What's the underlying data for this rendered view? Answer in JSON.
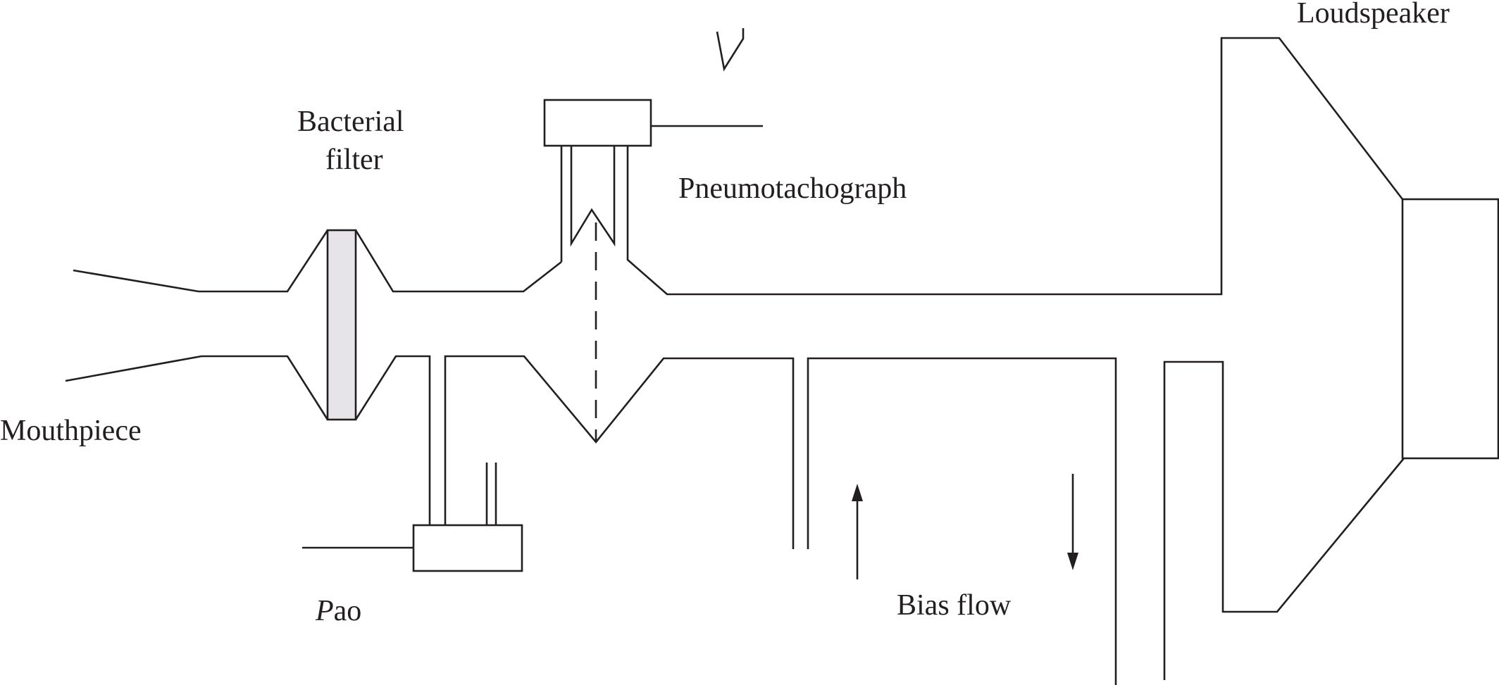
{
  "labels": {
    "loudspeaker": "Loudspeaker",
    "bacterial_filter_line1": "Bacterial",
    "bacterial_filter_line2": "filter",
    "pneumotachograph": "Pneumotachograph",
    "mouthpiece": "Mouthpiece",
    "pao_symbol": "P",
    "pao_subscript": "ao",
    "bias_flow": "Bias flow"
  },
  "colors": {
    "stroke": "#231f20",
    "filter_fill": "#e6e4e8",
    "background": "#ffffff"
  }
}
